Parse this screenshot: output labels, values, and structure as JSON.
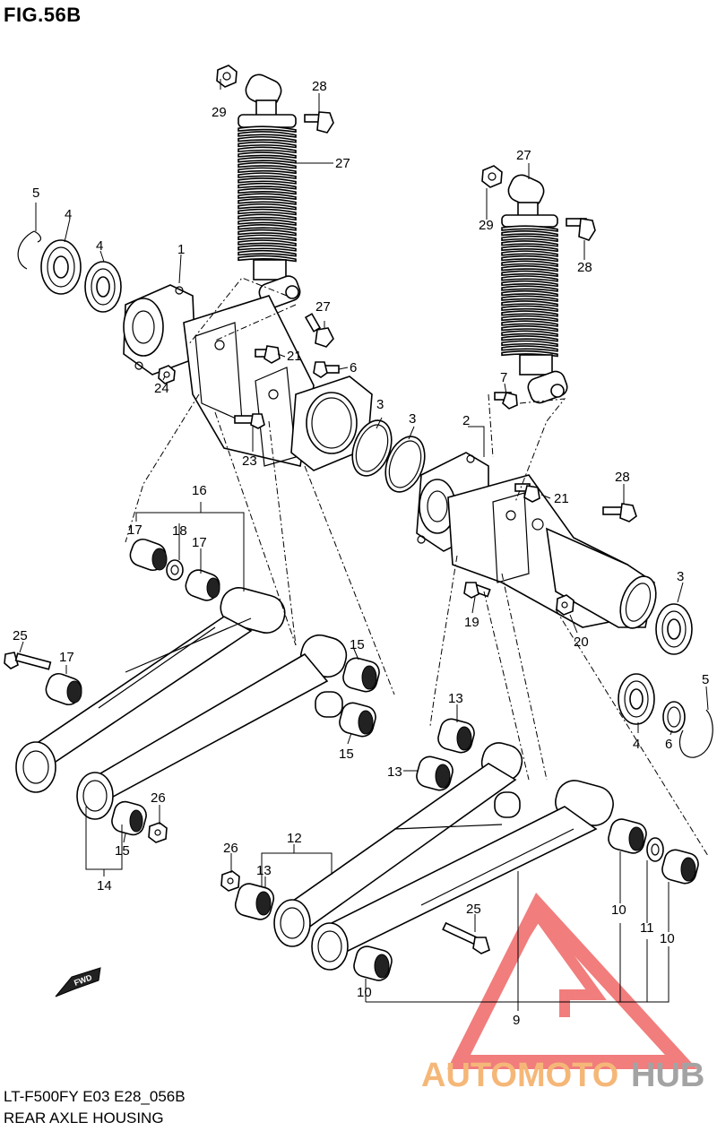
{
  "header": {
    "figure_title": "FIG.56B"
  },
  "footer": {
    "model_code": "LT-F500FY E03 E28_056B",
    "section_name": "REAR AXLE HOUSING"
  },
  "watermark": {
    "brand_left": "AUTOMOTO",
    "brand_right": "HUB",
    "color_red": "#f07070",
    "color_orange": "#f5b06a",
    "color_gray": "#9a9a9a"
  },
  "direction_marker": {
    "label": "FWD"
  },
  "callouts": [
    {
      "id": "c29a",
      "label": "29"
    },
    {
      "id": "c28a",
      "label": "28"
    },
    {
      "id": "c27a",
      "label": "27"
    },
    {
      "id": "c27b",
      "label": "27"
    },
    {
      "id": "c29b",
      "label": "29"
    },
    {
      "id": "c28b",
      "label": "28"
    },
    {
      "id": "c5a",
      "label": "5"
    },
    {
      "id": "c4a",
      "label": "4"
    },
    {
      "id": "c4b",
      "label": "4"
    },
    {
      "id": "c1",
      "label": "1"
    },
    {
      "id": "c27c",
      "label": "27"
    },
    {
      "id": "c21a",
      "label": "21"
    },
    {
      "id": "c6a",
      "label": "6"
    },
    {
      "id": "c7",
      "label": "7"
    },
    {
      "id": "c24",
      "label": "24"
    },
    {
      "id": "c3a",
      "label": "3"
    },
    {
      "id": "c3b",
      "label": "3"
    },
    {
      "id": "c2",
      "label": "2"
    },
    {
      "id": "c23",
      "label": "23"
    },
    {
      "id": "c16",
      "label": "16"
    },
    {
      "id": "c17a",
      "label": "17"
    },
    {
      "id": "c18",
      "label": "18"
    },
    {
      "id": "c17b",
      "label": "17"
    },
    {
      "id": "c28c",
      "label": "28"
    },
    {
      "id": "c21b",
      "label": "21"
    },
    {
      "id": "c3c",
      "label": "3"
    },
    {
      "id": "c25a",
      "label": "25"
    },
    {
      "id": "c17c",
      "label": "17"
    },
    {
      "id": "c15a",
      "label": "15"
    },
    {
      "id": "c19",
      "label": "19"
    },
    {
      "id": "c20",
      "label": "20"
    },
    {
      "id": "c5b",
      "label": "5"
    },
    {
      "id": "c15b",
      "label": "15"
    },
    {
      "id": "c4c",
      "label": "4"
    },
    {
      "id": "c6b",
      "label": "6"
    },
    {
      "id": "c13a",
      "label": "13"
    },
    {
      "id": "c13b",
      "label": "13"
    },
    {
      "id": "c26a",
      "label": "26"
    },
    {
      "id": "c15c",
      "label": "15"
    },
    {
      "id": "c14",
      "label": "14"
    },
    {
      "id": "c12",
      "label": "12"
    },
    {
      "id": "c26b",
      "label": "26"
    },
    {
      "id": "c13c",
      "label": "13"
    },
    {
      "id": "c25b",
      "label": "25"
    },
    {
      "id": "c10a",
      "label": "10"
    },
    {
      "id": "c11",
      "label": "11"
    },
    {
      "id": "c10b",
      "label": "10"
    },
    {
      "id": "c10c",
      "label": "10"
    },
    {
      "id": "c9",
      "label": "9"
    }
  ]
}
